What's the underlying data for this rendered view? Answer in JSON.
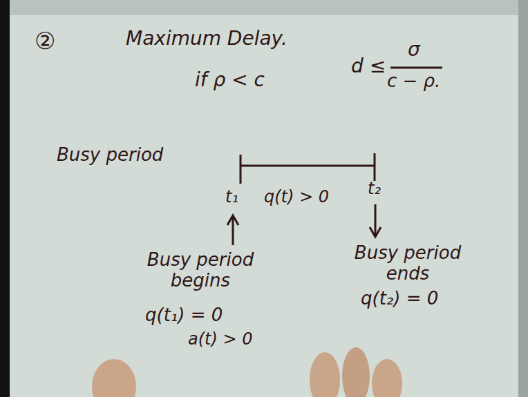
{
  "diagram": {
    "labels": [
      "②",
      "Maximum Delay.",
      "if ρ < c",
      "d ≤",
      "σ",
      "c − ρ.",
      "Busy period",
      "t₁",
      "q(t) > 0",
      "t₂",
      "Busy period begins",
      "q(t₁) = 0",
      "a(t) > 0",
      "Busy period ends",
      "q(t₂) = 0"
    ]
  }
}
